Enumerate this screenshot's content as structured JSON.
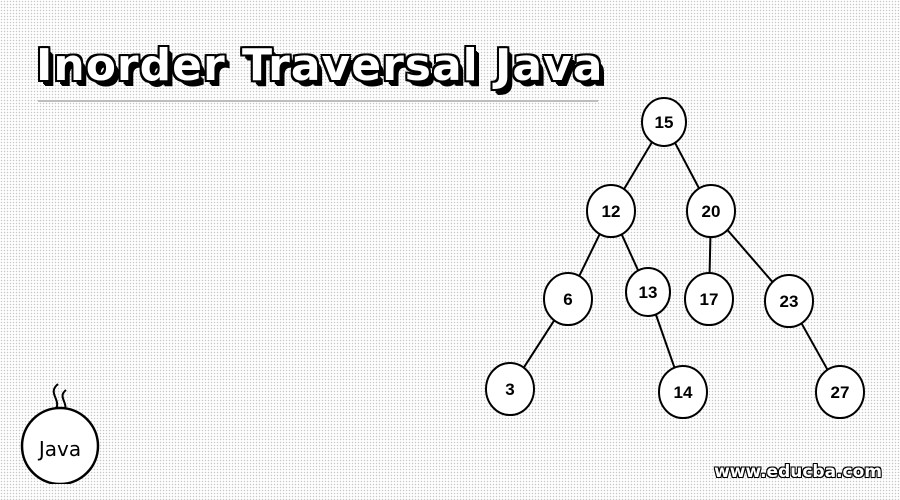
{
  "title": "Inorder Traversal Java",
  "tree": {
    "nodes": [
      {
        "id": "n15",
        "label": "15"
      },
      {
        "id": "n12",
        "label": "12"
      },
      {
        "id": "n20",
        "label": "20"
      },
      {
        "id": "n6",
        "label": "6"
      },
      {
        "id": "n13",
        "label": "13"
      },
      {
        "id": "n17",
        "label": "17"
      },
      {
        "id": "n23",
        "label": "23"
      },
      {
        "id": "n3",
        "label": "3"
      },
      {
        "id": "n14",
        "label": "14"
      },
      {
        "id": "n27",
        "label": "27"
      }
    ],
    "edges": [
      {
        "from": "n15",
        "to": "n12"
      },
      {
        "from": "n15",
        "to": "n20"
      },
      {
        "from": "n12",
        "to": "n6"
      },
      {
        "from": "n12",
        "to": "n13"
      },
      {
        "from": "n20",
        "to": "n17"
      },
      {
        "from": "n20",
        "to": "n23"
      },
      {
        "from": "n6",
        "to": "n3"
      },
      {
        "from": "n13",
        "to": "n14"
      },
      {
        "from": "n23",
        "to": "n27"
      }
    ]
  },
  "logo": {
    "label": "Java",
    "icon": "java-coffee-cup-icon"
  },
  "watermark": "www.educba.com",
  "colors": {
    "node_fill": "#ffffff",
    "node_stroke": "#000000",
    "edge": "#000000"
  }
}
